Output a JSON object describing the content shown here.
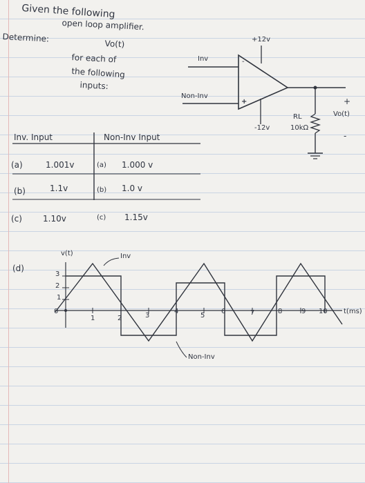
{
  "header": {
    "line1": "Given the following",
    "line2": "open loop amplifier.",
    "determine_label": "Determine:",
    "determine_value": "Vo(t)",
    "line4": "for each of",
    "line5": "the following",
    "line6": "inputs:"
  },
  "circuit": {
    "inv_label": "Inv",
    "noninv_label": "Non-Inv",
    "vplus_supply": "+12v",
    "vminus_supply": "-12v",
    "plus_sign": "+",
    "minus_sign": "-",
    "rl_label": "RL",
    "rl_value": "10kΩ",
    "out_plus": "+",
    "out_minus": "-",
    "vo_label": "Vo(t)"
  },
  "table": {
    "col1_header": "Inv. Input",
    "col2_header": "Non-Inv Input",
    "rows": [
      {
        "letter": "(a)",
        "inv": "1.001v",
        "letter2": "(a)",
        "noninv": "1.000 v"
      },
      {
        "letter": "(b)",
        "inv": "1.1v",
        "letter2": "(b)",
        "noninv": "1.0 v"
      },
      {
        "letter": "(c)",
        "inv": "1.10v",
        "letter2": "(c)",
        "noninv": "1.15v"
      }
    ]
  },
  "graph": {
    "part_label": "(d)",
    "y_axis_label": "v(t)",
    "inv_label": "Inv",
    "noninv_label": "Non-Inv",
    "x_axis_label": "t(ms)",
    "y_ticks": [
      "3",
      "2",
      "1",
      "0"
    ],
    "x_ticks": [
      "1",
      "2",
      "3",
      "4",
      "5",
      "6",
      "7",
      "8",
      "9",
      "10"
    ]
  }
}
